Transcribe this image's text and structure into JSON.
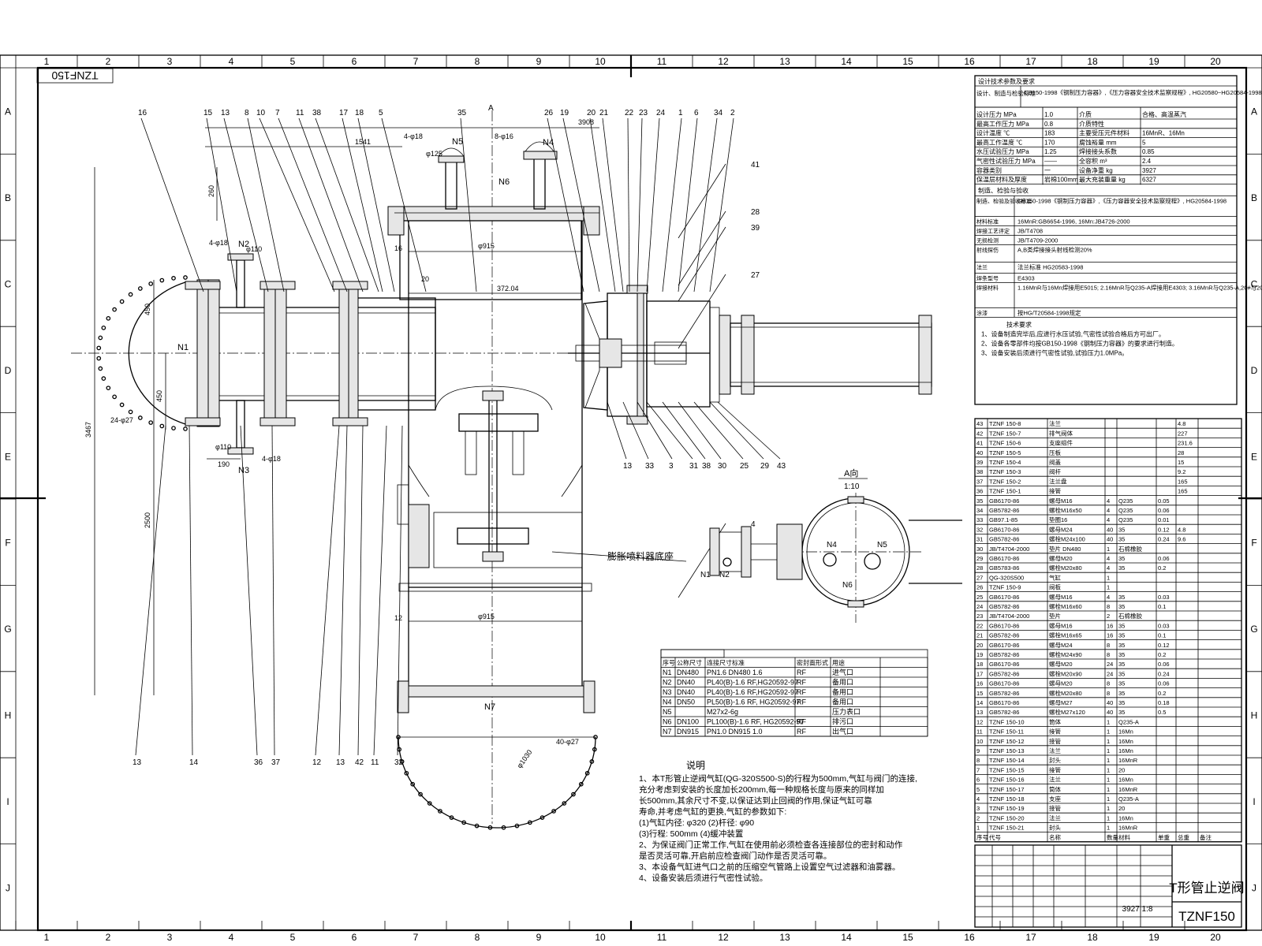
{
  "drawing": {
    "corner_code": "TZNF150",
    "title": "T形管止逆阀",
    "code": "TZNF150",
    "scale_block": "3927 1:8"
  },
  "frame": {
    "columns": [
      "1",
      "2",
      "3",
      "4",
      "5",
      "6",
      "7",
      "8",
      "9",
      "10",
      "11",
      "12",
      "13",
      "14",
      "15",
      "16",
      "17",
      "18",
      "19",
      "20"
    ],
    "rows": [
      "A",
      "B",
      "C",
      "D",
      "E",
      "F",
      "G",
      "H",
      "I",
      "J"
    ]
  },
  "callouts_top": [
    "16",
    "15",
    "13",
    "8",
    "10",
    "7",
    "11",
    "38",
    "17",
    "18",
    "5",
    "35",
    "26",
    "19",
    "20",
    "21",
    "22",
    "23",
    "24",
    "1",
    "6",
    "34",
    "2"
  ],
  "callouts_bottom": [
    "13",
    "14",
    "36",
    "37",
    "12",
    "13",
    "42",
    "11",
    "32",
    "13",
    "33",
    "3",
    "31",
    "38",
    "30",
    "25",
    "29",
    "43"
  ],
  "callouts_right": [
    "41",
    "28",
    "39",
    "27",
    "4"
  ],
  "dims": {
    "d1": "3908",
    "d2": "1541",
    "d3": "260",
    "d4": "3467",
    "d5": "2500",
    "d6": "450",
    "d7": "450",
    "d8": "190",
    "d9": "φ915",
    "d10": "φ915",
    "d11": "372.04",
    "d12": "16",
    "d13": "20",
    "d14": "12",
    "d15": "φ1030",
    "h1": "4-φ18",
    "h2": "φ125",
    "h3": "8-φ16",
    "h4": "4-φ18",
    "h5": "φ110",
    "h6": "24-φ27",
    "h7": "φ110",
    "h8": "4-φ18",
    "h9": "40-φ27"
  },
  "nozzle_marks": {
    "n1": "N1",
    "n2": "N2",
    "n3": "N3",
    "n4": "N4",
    "n5": "N5",
    "n6": "N6",
    "n7": "N7"
  },
  "side_view": {
    "title": "A向",
    "scale": "1:10",
    "marker_a": "A"
  },
  "leader_note": "膨胀喷料器底座",
  "nozzle_table": {
    "columns": [
      "序号",
      "公称尺寸",
      "连接尺寸标准",
      "密封面形式",
      "用途"
    ],
    "rows": [
      [
        "N1",
        "DN480",
        "PN1.6 DN480 1.6",
        "RF",
        "进气口"
      ],
      [
        "N2",
        "DN40",
        "PL40(B)-1.6 RF,HG20592-97",
        "RF",
        "备用口"
      ],
      [
        "N3",
        "DN40",
        "PL40(B)-1.6 RF,HG20592-97",
        "RF",
        "备用口"
      ],
      [
        "N4",
        "DN50",
        "PL50(B)-1.6 RF, HG20592-97",
        "RF",
        "备用口"
      ],
      [
        "N5",
        "",
        "M27x2-6g",
        "",
        "压力表口"
      ],
      [
        "N6",
        "DN100",
        "PL100(B)-1.6 RF, HG20592-97",
        "RF",
        "排污口"
      ],
      [
        "N7",
        "DN915",
        "PN1.0 DN915 1.0",
        "RF",
        "出气口"
      ]
    ]
  },
  "notes_title": "说明",
  "notes": [
    "1、本T形管止逆阀气缸(QG-320S500-S)的行程为500mm,气缸与阀门的连接,",
    "   充分考虑到安装的长度加长200mm,每一种规格长度与原来的同样加",
    "   长500mm,其余尺寸不变,以保证达到止回阀的作用,保证气缸可靠",
    "   寿命,并考虑气缸的更换,气缸的参数如下:",
    "   (1)气缸内径: φ320      (2)杆径: φ90",
    "   (3)行程: 500mm      (4)缓冲装置",
    "2、为保证阀门正常工作,气缸在使用前必须检查各连接部位的密封和动作",
    "   是否灵活可靠,开启前应检查阀门动作是否灵活可靠。",
    "3、本设备气缸进气口之前的压缩空气管路上设置空气过滤器和油雾器。",
    "4、设备安装后须进行气密性试验。"
  ],
  "spec_title": "设计技术参数及要求",
  "spec_header": [
    [
      "设计、制造与检验标准",
      "GB150-1998《钢制压力容器》,《压力容器安全技术监察规程》, HG20580~HG20584-1998"
    ]
  ],
  "spec_rows": [
    [
      "设计压力 MPa",
      "1.0",
      "介质",
      "合格、高温蒸汽"
    ],
    [
      "最高工作压力 MPa",
      "0.8",
      "介质特性",
      ""
    ],
    [
      "设计温度 ℃",
      "183",
      "主要受压元件材料",
      "16MnR、16Mn"
    ],
    [
      "最高工作温度 ℃",
      "170",
      "腐蚀裕量 mm",
      "5"
    ],
    [
      "水压试验压力 MPa",
      "1.25",
      "焊接接头系数",
      "0.85"
    ],
    [
      "气密性试验压力 MPa",
      "——",
      "全容积 m³",
      "2.4"
    ],
    [
      "容器类别",
      "一",
      "设备净重 kg",
      "3927"
    ],
    [
      "保温层材料及厚度",
      "岩棉100mm",
      "最大充装重量 kg",
      "6327"
    ]
  ],
  "spec_section2": "制造、检验与验收",
  "spec_rows2": [
    [
      "制造、检验及验收标准",
      "GB150-1998《钢制压力容器》,《压力容器安全技术监察规程》, HG20584-1998"
    ],
    [
      "材料标准",
      "16MnR:GB6654-1996, 16Mn:JB4726-2000"
    ],
    [
      "焊接工艺评定",
      "JB/T4708"
    ],
    [
      "无损检测",
      "JB/T4709-2000"
    ],
    [
      "射线探伤",
      "A,B类焊接接头射线检测20%"
    ],
    [
      "法兰",
      "法兰标准 HG20583-1998"
    ],
    [
      "焊条型号",
      "E4303"
    ],
    [
      "焊接材料",
      "1.16MnR与16Mn焊接用E5015; 2.16MnR与Q235-A焊接用E4303; 3.16MnR与Q235-A,20#与20#焊接用J427"
    ],
    [
      "涂漆",
      "按HG/T20584-1998规定"
    ]
  ],
  "spec_footer": [
    "技术要求",
    "1、设备制造完毕后,应进行水压试验,气密性试验合格后方可出厂。",
    "2、设备各零部件均按GB150-1998《钢制压力容器》的要求进行制造。",
    "3、设备安装后须进行气密性试验,试验压力1.0MPa。"
  ],
  "bom": {
    "rows": [
      [
        "43",
        "TZNF 150-8",
        "法兰",
        "",
        "",
        "",
        "4.8",
        ""
      ],
      [
        "42",
        "TZNF 150-7",
        "排气阀体",
        "",
        "",
        "",
        "227",
        ""
      ],
      [
        "41",
        "TZNF 150-6",
        "支座组件",
        "",
        "",
        "",
        "231.6",
        ""
      ],
      [
        "40",
        "TZNF 150-5",
        "压板",
        "",
        "",
        "",
        "28",
        ""
      ],
      [
        "39",
        "TZNF 150-4",
        "阀盖",
        "",
        "",
        "",
        "15",
        ""
      ],
      [
        "38",
        "TZNF 150-3",
        "阀杆",
        "",
        "",
        "",
        "9.2",
        ""
      ],
      [
        "37",
        "TZNF 150-2",
        "法兰盘",
        "",
        "",
        "",
        "165",
        ""
      ],
      [
        "36",
        "TZNF 150-1",
        "接管",
        "",
        "",
        "",
        "165",
        ""
      ],
      [
        "35",
        "GB6170-86",
        "螺母M16",
        "4",
        "Q235",
        "0.05",
        ""
      ],
      [
        "34",
        "GB5782-86",
        "螺栓M16x50",
        "4",
        "Q235",
        "0.06",
        ""
      ],
      [
        "33",
        "GB97.1-85",
        "垫圈16",
        "4",
        "Q235",
        "0.01",
        ""
      ],
      [
        "32",
        "GB6170-86",
        "螺母M24",
        "40",
        "35",
        "0.12",
        "4.8"
      ],
      [
        "31",
        "GB5782-86",
        "螺栓M24x100",
        "40",
        "35",
        "0.24",
        "9.6"
      ],
      [
        "30",
        "JB/T4704-2000",
        "垫片 DN480",
        "1",
        "石棉橡胶",
        "",
        "",
        ""
      ],
      [
        "29",
        "GB6170-86",
        "螺母M20",
        "4",
        "35",
        "0.06",
        ""
      ],
      [
        "28",
        "GB5783-86",
        "螺栓M20x80",
        "4",
        "35",
        "0.2",
        ""
      ],
      [
        "27",
        "QG-320S500",
        "气缸",
        "1",
        "",
        "",
        "",
        ""
      ],
      [
        "26",
        "TZNF 150-9",
        "阀板",
        "1",
        "",
        "",
        "",
        ""
      ],
      [
        "25",
        "GB6170-86",
        "螺母M16",
        "4",
        "35",
        "0.03",
        ""
      ],
      [
        "24",
        "GB5782-86",
        "螺栓M16x60",
        "8",
        "35",
        "0.1",
        ""
      ],
      [
        "23",
        "JB/T4704-2000",
        "垫片",
        "2",
        "石棉橡胶",
        "",
        "",
        ""
      ],
      [
        "22",
        "GB6170-86",
        "螺母M16",
        "16",
        "35",
        "0.03",
        ""
      ],
      [
        "21",
        "GB5782-86",
        "螺栓M16x65",
        "16",
        "35",
        "0.1",
        ""
      ],
      [
        "20",
        "GB6170-86",
        "螺母M24",
        "8",
        "35",
        "0.12",
        ""
      ],
      [
        "19",
        "GB5782-86",
        "螺栓M24x90",
        "8",
        "35",
        "0.2",
        ""
      ],
      [
        "18",
        "GB6170-86",
        "螺母M20",
        "24",
        "35",
        "0.06",
        ""
      ],
      [
        "17",
        "GB5782-86",
        "螺栓M20x90",
        "24",
        "35",
        "0.24",
        ""
      ],
      [
        "16",
        "GB6170-86",
        "螺母M20",
        "8",
        "35",
        "0.06",
        ""
      ],
      [
        "15",
        "GB5782-86",
        "螺栓M20x80",
        "8",
        "35",
        "0.2",
        ""
      ],
      [
        "14",
        "GB6170-86",
        "螺母M27",
        "40",
        "35",
        "0.18",
        ""
      ],
      [
        "13",
        "GB5782-86",
        "螺栓M27x120",
        "40",
        "35",
        "0.5",
        ""
      ],
      [
        "12",
        "TZNF 150-10",
        "筒体",
        "1",
        "Q235-A",
        "",
        "",
        ""
      ],
      [
        "11",
        "TZNF 150-11",
        "接管",
        "1",
        "16Mn",
        "",
        "",
        ""
      ],
      [
        "10",
        "TZNF 150-12",
        "接管",
        "1",
        "16Mn",
        "",
        "",
        ""
      ],
      [
        "9",
        "TZNF 150-13",
        "法兰",
        "1",
        "16Mn",
        "",
        "",
        ""
      ],
      [
        "8",
        "TZNF 150-14",
        "封头",
        "1",
        "16MnR",
        "",
        "",
        ""
      ],
      [
        "7",
        "TZNF 150-15",
        "接管",
        "1",
        "20",
        "",
        "",
        ""
      ],
      [
        "6",
        "TZNF 150-16",
        "法兰",
        "1",
        "16Mn",
        "",
        "",
        ""
      ],
      [
        "5",
        "TZNF 150-17",
        "筒体",
        "1",
        "16MnR",
        "",
        "",
        ""
      ],
      [
        "4",
        "TZNF 150-18",
        "支座",
        "1",
        "Q235-A",
        "",
        "",
        ""
      ],
      [
        "3",
        "TZNF 150-19",
        "接管",
        "1",
        "20",
        "",
        "",
        ""
      ],
      [
        "2",
        "TZNF 150-20",
        "法兰",
        "1",
        "16Mn",
        "",
        "",
        ""
      ],
      [
        "1",
        "TZNF 150-21",
        "封头",
        "1",
        "16MnR",
        "",
        "",
        ""
      ]
    ],
    "header": [
      "序号",
      "代号",
      "名称",
      "数量",
      "材料",
      "单重",
      "总重",
      "备注"
    ]
  }
}
